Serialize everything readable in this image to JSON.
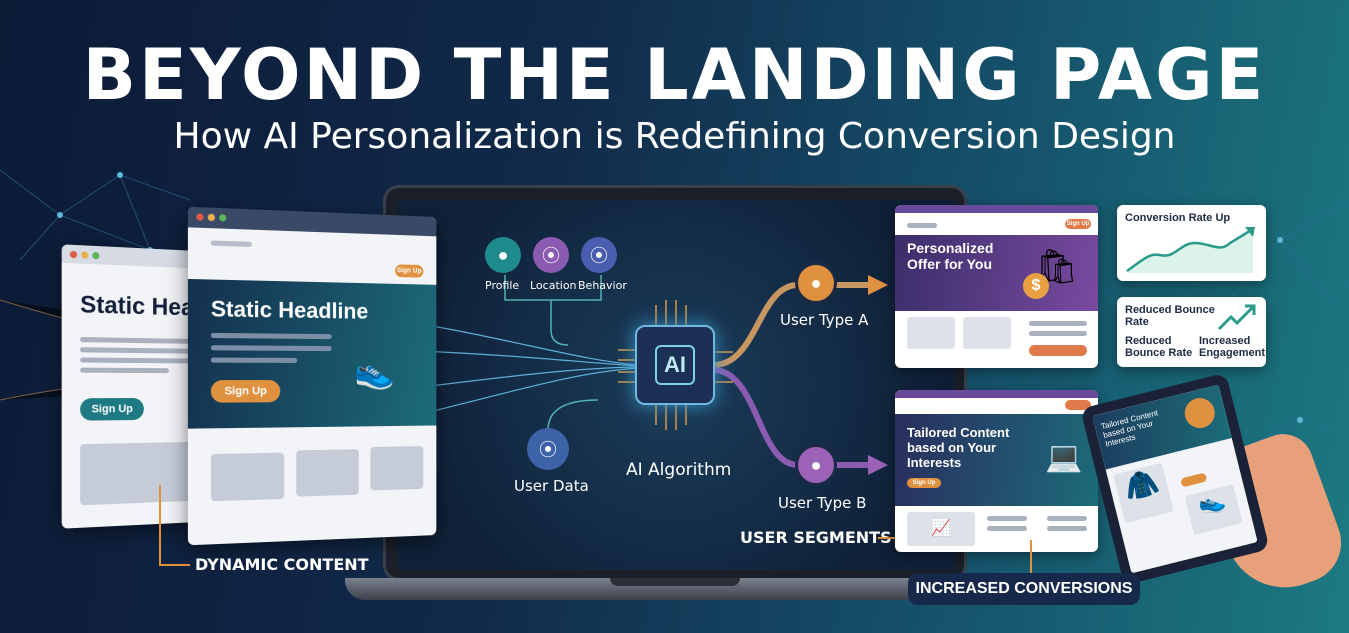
{
  "header": {
    "title": "BEYOND THE LANDING PAGE",
    "subtitle": "How AI Personalization is Redefining Conversion Design"
  },
  "colors": {
    "accent_orange": "#e0913f",
    "accent_teal": "#1f8a8c",
    "accent_purple": "#8a5bb0",
    "navy": "#0f1f3d"
  },
  "static_pages": {
    "back": {
      "headline": "Static Headline",
      "button": "Sign Up"
    },
    "front": {
      "headline": "Static Headline",
      "button": "Sign Up",
      "nav_button": "Sign Up",
      "image_icon": "sneaker-icon"
    }
  },
  "inputs": [
    {
      "label": "Profile",
      "icon": "user-icon"
    },
    {
      "label": "Location",
      "icon": "map-pin-icon"
    },
    {
      "label": "Behavior",
      "icon": "map-pin-icon"
    }
  ],
  "user_data": {
    "label": "User Data",
    "icon": "map-pin-icon"
  },
  "ai": {
    "chip_text": "AI",
    "label": "AI Algorithm"
  },
  "segments": {
    "type_a": "User Type A",
    "type_b": "User Type B"
  },
  "offer_card": {
    "headline": "Personalized Offer for You",
    "nav_button": "Sign Up"
  },
  "tailored_card": {
    "headline": "Tailored Content based on Your Interests",
    "button": "Sign Up"
  },
  "tablet": {
    "headline": "Tailored Content based on Your Interests"
  },
  "metrics": {
    "conversion": "Conversion Rate Up",
    "bounce_title": "Reduced Bounce Rate",
    "bounce": "Reduced Bounce Rate",
    "engagement": "Increased Engagement"
  },
  "callouts": {
    "dynamic": "DYNAMIC CONTENT",
    "segments": "USER SEGMENTS",
    "conversions": "INCREASED CONVERSIONS"
  }
}
